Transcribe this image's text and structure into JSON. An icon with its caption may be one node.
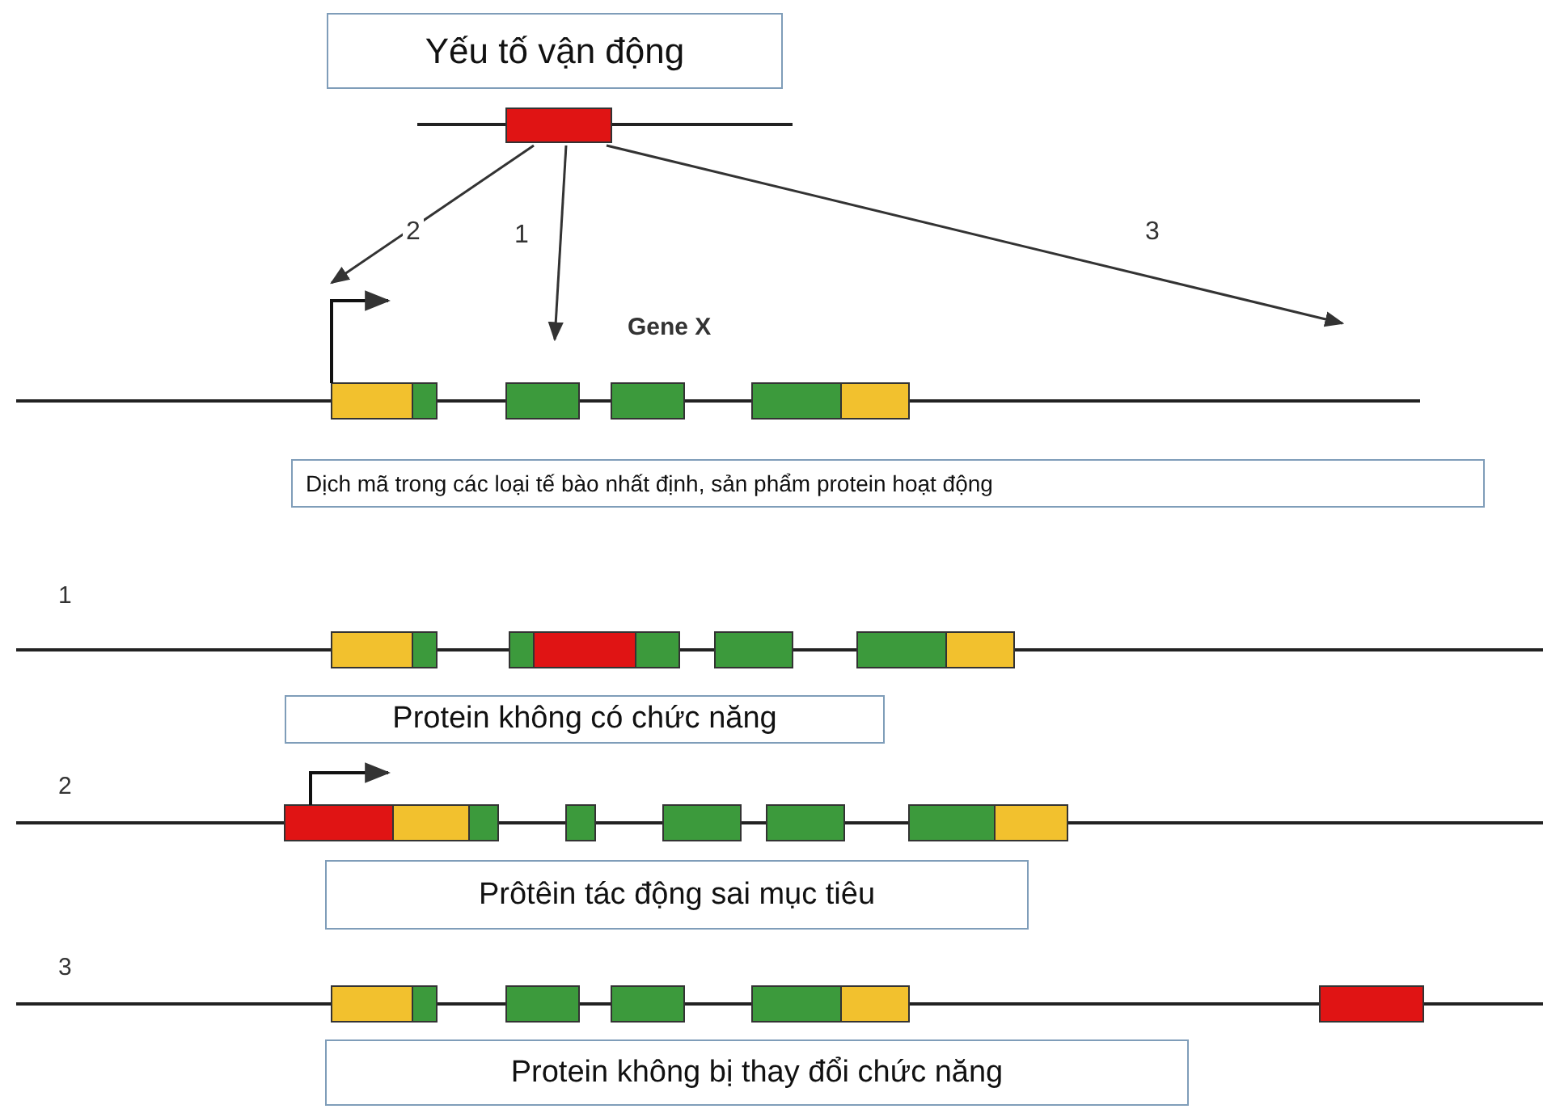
{
  "diagram": {
    "nodes": [
      {
        "text": [
          "Yếu tố vận động"
        ]
      },
      {
        "text": [],
        "shape": "bar"
      },
      {
        "text": [
          "Dịch mã trong các loại tế bào nhất định, sản phẩm protein hoạt động"
        ]
      },
      {
        "text": [
          "Protein không có chức năng"
        ]
      },
      {
        "text": [
          "Prôtêin tác động sai mục tiêu"
        ]
      },
      {
        "text": [
          "Protein không bị thay đổi chức năng"
        ]
      }
    ],
    "edges": [
      {
        "from": 1,
        "to": null,
        "arrow": "to",
        "label": "2"
      },
      {
        "from": 1,
        "to": null,
        "arrow": "to",
        "label": "1"
      },
      {
        "from": 1,
        "to": null,
        "arrow": "to",
        "label": "3"
      }
    ],
    "labels": [
      "Gene X",
      "1",
      "2",
      "3"
    ]
  }
}
